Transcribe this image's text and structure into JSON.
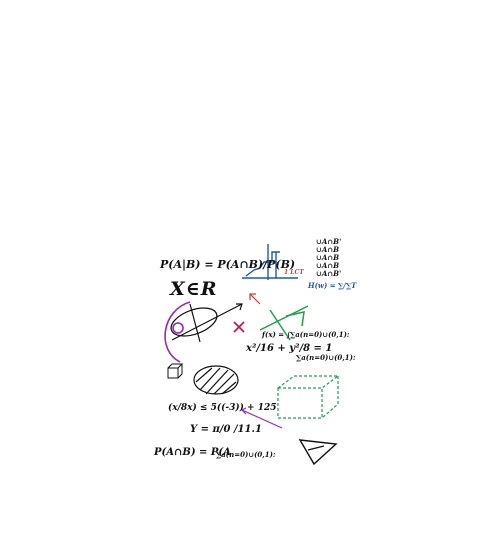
{
  "image": {
    "formulas": {
      "conditional_probability": "P(A|B) = P(A∩B)/P(B)",
      "real_membership": "X∈R",
      "ellipse_fraction": "x²/16 + y²/8 = 1",
      "inequality": "(x/8x) ≤ 5((-3)) + 125",
      "y_equation": "Y = π/0 /11.1",
      "intersection": "P(A∩B) = P(A",
      "summation_1": "∑a(n=0)∪(0,1):",
      "summation_2": "∑a(n=0)∪(0,1):",
      "summation_3": "∑a(n=0)∪(0,1):",
      "set_list": [
        "∪A∩B'",
        "∪A∩B",
        "∪A∩B",
        "∪A∩B",
        "∪A∩B'"
      ],
      "blue_note": "H(w) = ∑/∑T",
      "red_note": "1 LCT",
      "function_note": "f(x) = ∫"
    },
    "colors": {
      "background": "#ffffff",
      "ink": "#111111",
      "blue": "#1e5aa8",
      "red": "#d63a3a",
      "magenta": "#c2185b",
      "green": "#22a04a",
      "purple": "#8a2be2"
    }
  }
}
